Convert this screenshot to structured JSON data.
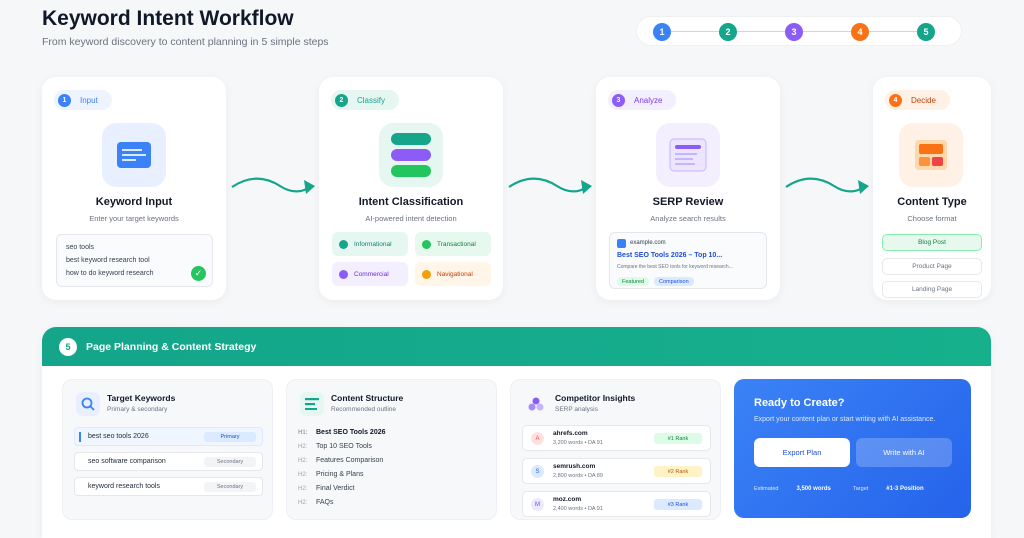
{
  "header": {
    "title": "Keyword Intent Workflow",
    "subtitle": "From keyword discovery to content planning in 5 simple steps"
  },
  "stepper": {
    "steps": [
      "1",
      "2",
      "3",
      "4",
      "5"
    ],
    "colors": [
      "#3b82f6",
      "#14a58a",
      "#8b5cf6",
      "#f97316",
      "#14a58a"
    ]
  },
  "cards": [
    {
      "num": "1",
      "pill": "Input",
      "title": "Keyword Input",
      "subtitle": "Enter your target keywords",
      "keywords": [
        "seo tools",
        "best keyword research tool",
        "how to do keyword research"
      ]
    },
    {
      "num": "2",
      "pill": "Classify",
      "title": "Intent Classification",
      "subtitle": "AI-powered intent detection",
      "chips": [
        "Informational",
        "Transactional",
        "Commercial",
        "Navigational"
      ]
    },
    {
      "num": "3",
      "pill": "Analyze",
      "title": "SERP Review",
      "subtitle": "Analyze search results",
      "serp": {
        "domain": "example.com",
        "title": "Best SEO Tools 2026 – Top 10...",
        "desc": "Compare the best SEO tools for keyword research...",
        "tags": [
          "Featured",
          "Comparison"
        ]
      }
    },
    {
      "num": "4",
      "pill": "Decide",
      "title": "Content Type",
      "subtitle": "Choose format",
      "formats": [
        "Blog Post",
        "Product Page",
        "Landing Page"
      ]
    }
  ],
  "section": {
    "num": "5",
    "title": "Page Planning & Content Strategy"
  },
  "target": {
    "title": "Target Keywords",
    "subtitle": "Primary & secondary",
    "rows": [
      {
        "kw": "best seo tools 2026",
        "badge": "Primary"
      },
      {
        "kw": "seo software comparison",
        "badge": "Secondary"
      },
      {
        "kw": "keyword research tools",
        "badge": "Secondary"
      }
    ]
  },
  "structure": {
    "title": "Content Structure",
    "subtitle": "Recommended outline",
    "rows": [
      {
        "h": "H1:",
        "t": "Best SEO Tools 2026"
      },
      {
        "h": "H2:",
        "t": "Top 10 SEO Tools"
      },
      {
        "h": "H2:",
        "t": "Features Comparison"
      },
      {
        "h": "H2:",
        "t": "Pricing & Plans"
      },
      {
        "h": "H2:",
        "t": "Final Verdict"
      },
      {
        "h": "H2:",
        "t": "FAQs"
      }
    ]
  },
  "competitors": {
    "title": "Competitor Insights",
    "subtitle": "SERP analysis",
    "rows": [
      {
        "a": "A",
        "name": "ahrefs.com",
        "meta": "3,200 words • DA 91",
        "rank": "#1 Rank"
      },
      {
        "a": "S",
        "name": "semrush.com",
        "meta": "2,800 words • DA 89",
        "rank": "#2 Rank"
      },
      {
        "a": "M",
        "name": "moz.com",
        "meta": "2,400 words • DA 91",
        "rank": "#3 Rank"
      }
    ]
  },
  "cta": {
    "title": "Ready to Create?",
    "subtitle": "Export your content plan or start writing with AI assistance.",
    "export": "Export Plan",
    "write": "Write with AI",
    "est_label": "Estimated",
    "est_value": "3,500 words",
    "target_label": "Target",
    "target_value": "#1-3 Position"
  }
}
